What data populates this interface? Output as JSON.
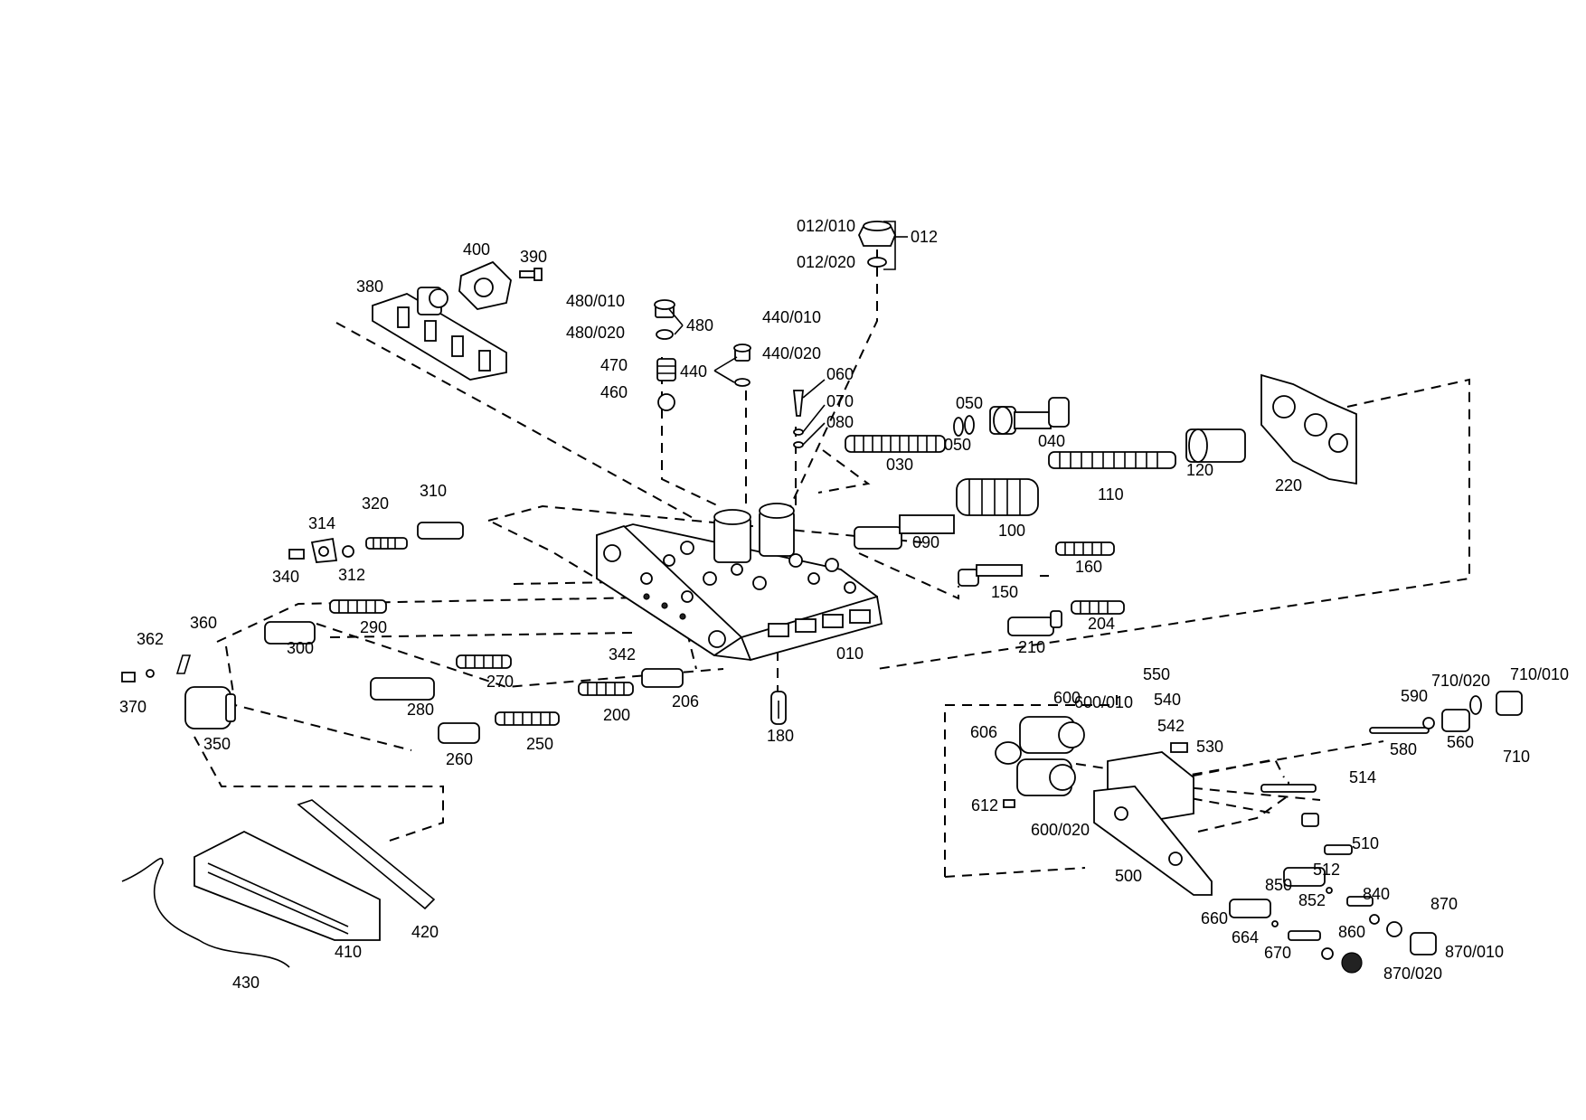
{
  "diagram": {
    "callouts": [
      {
        "id": "012_010",
        "text": "012/010"
      },
      {
        "id": "012_020",
        "text": "012/020"
      },
      {
        "id": "012",
        "text": "012"
      },
      {
        "id": "400",
        "text": "400"
      },
      {
        "id": "390",
        "text": "390"
      },
      {
        "id": "380",
        "text": "380"
      },
      {
        "id": "480_010",
        "text": "480/010"
      },
      {
        "id": "480_020",
        "text": "480/020"
      },
      {
        "id": "480",
        "text": "480"
      },
      {
        "id": "440_010",
        "text": "440/010"
      },
      {
        "id": "440_020",
        "text": "440/020"
      },
      {
        "id": "440",
        "text": "440"
      },
      {
        "id": "470",
        "text": "470"
      },
      {
        "id": "460",
        "text": "460"
      },
      {
        "id": "060",
        "text": "060"
      },
      {
        "id": "070",
        "text": "070"
      },
      {
        "id": "080",
        "text": "080"
      },
      {
        "id": "050a",
        "text": "050"
      },
      {
        "id": "050b",
        "text": "050"
      },
      {
        "id": "040",
        "text": "040"
      },
      {
        "id": "030",
        "text": "030"
      },
      {
        "id": "120",
        "text": "120"
      },
      {
        "id": "110",
        "text": "110"
      },
      {
        "id": "220",
        "text": "220"
      },
      {
        "id": "100",
        "text": "100"
      },
      {
        "id": "090",
        "text": "090"
      },
      {
        "id": "160",
        "text": "160"
      },
      {
        "id": "150",
        "text": "150"
      },
      {
        "id": "204",
        "text": "204"
      },
      {
        "id": "210",
        "text": "210"
      },
      {
        "id": "010",
        "text": "010"
      },
      {
        "id": "180",
        "text": "180"
      },
      {
        "id": "310",
        "text": "310"
      },
      {
        "id": "320",
        "text": "320"
      },
      {
        "id": "314",
        "text": "314"
      },
      {
        "id": "312",
        "text": "312"
      },
      {
        "id": "340",
        "text": "340"
      },
      {
        "id": "290",
        "text": "290"
      },
      {
        "id": "300",
        "text": "300"
      },
      {
        "id": "360",
        "text": "360"
      },
      {
        "id": "362",
        "text": "362"
      },
      {
        "id": "370",
        "text": "370"
      },
      {
        "id": "350",
        "text": "350"
      },
      {
        "id": "342",
        "text": "342"
      },
      {
        "id": "270",
        "text": "270"
      },
      {
        "id": "280",
        "text": "280"
      },
      {
        "id": "206",
        "text": "206"
      },
      {
        "id": "200",
        "text": "200"
      },
      {
        "id": "250",
        "text": "250"
      },
      {
        "id": "260",
        "text": "260"
      },
      {
        "id": "420",
        "text": "420"
      },
      {
        "id": "410",
        "text": "410"
      },
      {
        "id": "430",
        "text": "430"
      },
      {
        "id": "550",
        "text": "550"
      },
      {
        "id": "540",
        "text": "540"
      },
      {
        "id": "542",
        "text": "542"
      },
      {
        "id": "530",
        "text": "530"
      },
      {
        "id": "600",
        "text": "600"
      },
      {
        "id": "600_010",
        "text": "600/010"
      },
      {
        "id": "606",
        "text": "606"
      },
      {
        "id": "612",
        "text": "612"
      },
      {
        "id": "600_020",
        "text": "600/020"
      },
      {
        "id": "500",
        "text": "500"
      },
      {
        "id": "514",
        "text": "514"
      },
      {
        "id": "510",
        "text": "510"
      },
      {
        "id": "512",
        "text": "512"
      },
      {
        "id": "850",
        "text": "850"
      },
      {
        "id": "852",
        "text": "852"
      },
      {
        "id": "840",
        "text": "840"
      },
      {
        "id": "660",
        "text": "660"
      },
      {
        "id": "664",
        "text": "664"
      },
      {
        "id": "670",
        "text": "670"
      },
      {
        "id": "860",
        "text": "860"
      },
      {
        "id": "870",
        "text": "870"
      },
      {
        "id": "870_010",
        "text": "870/010"
      },
      {
        "id": "870_020",
        "text": "870/020"
      },
      {
        "id": "590",
        "text": "590"
      },
      {
        "id": "710_020",
        "text": "710/020"
      },
      {
        "id": "710_010",
        "text": "710/010"
      },
      {
        "id": "560",
        "text": "560"
      },
      {
        "id": "580",
        "text": "580"
      },
      {
        "id": "710",
        "text": "710"
      }
    ]
  }
}
